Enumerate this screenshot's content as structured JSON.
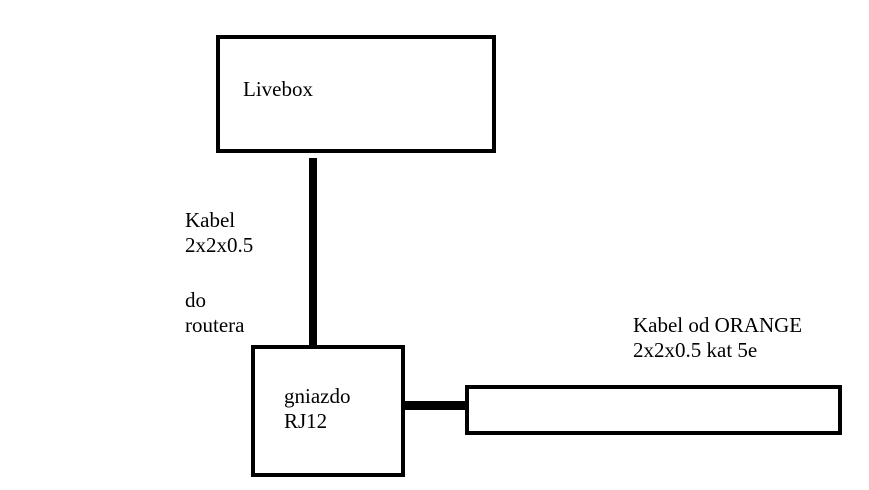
{
  "diagram": {
    "livebox": {
      "label": "Livebox"
    },
    "socket": {
      "line1": "gniazdo",
      "line2": "RJ12"
    },
    "router_cable": {
      "line1": "Kabel",
      "line2": "2x2x0.5",
      "line3": "do",
      "line4": "routera"
    },
    "orange_cable": {
      "line1": "Kabel od ORANGE",
      "line2": "2x2x0.5 kat 5e"
    }
  }
}
